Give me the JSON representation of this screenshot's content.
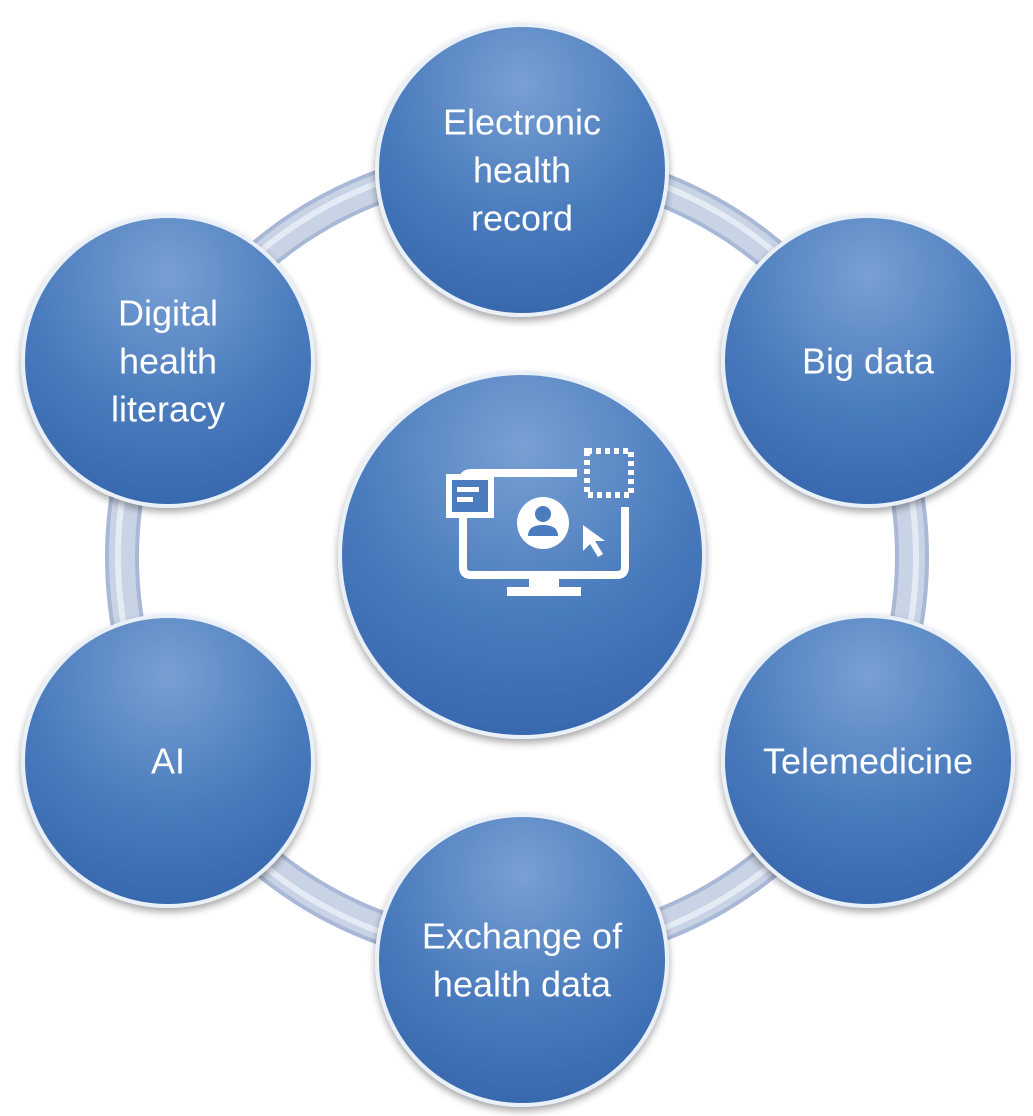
{
  "diagram": {
    "center": {
      "icon": "computer-user-icon"
    },
    "nodes": [
      {
        "id": "electronic-health-record",
        "lines": [
          "Electronic",
          "health",
          "record"
        ]
      },
      {
        "id": "big-data",
        "lines": [
          "Big data"
        ]
      },
      {
        "id": "telemedicine",
        "lines": [
          "Telemedicine"
        ]
      },
      {
        "id": "exchange-of-health-data",
        "lines": [
          "Exchange of",
          "health data"
        ]
      },
      {
        "id": "ai",
        "lines": [
          "AI"
        ]
      },
      {
        "id": "digital-health-literacy",
        "lines": [
          "Digital",
          "health",
          "literacy"
        ]
      }
    ]
  },
  "colors": {
    "node_light": "#6e97cc",
    "node_dark": "#3d6db0",
    "ring": "#c9d3e6",
    "ring_edge": "#a9b8d6",
    "text": "#ffffff"
  }
}
